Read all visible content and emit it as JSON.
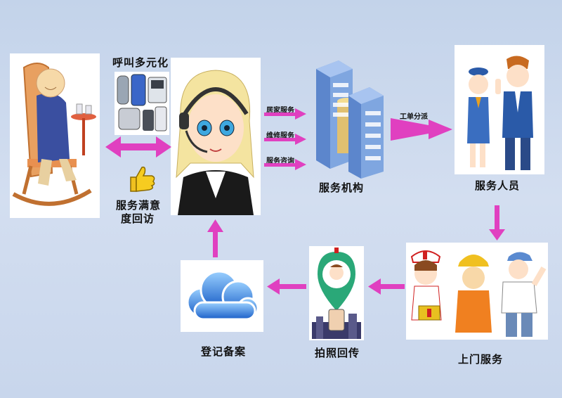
{
  "labels": {
    "call_diverse": "呼叫多元化",
    "satisfaction_line1": "服务满意",
    "satisfaction_line2": "度回访",
    "home_service": "居家服务",
    "repair_service": "维修服务",
    "consult_service": "服务咨询",
    "service_org": "服务机构",
    "work_order": "工单分派",
    "service_staff": "服务人员",
    "door_service": "上门服务",
    "photo_upload": "拍照回传",
    "register_record": "登记备案"
  },
  "colors": {
    "arrow": "#e040c0",
    "arrow_dark": "#b01890",
    "background": "#c8d6ec"
  },
  "icons": [
    "elderly-person-illustration",
    "call-devices-illustration",
    "thumbs-up-icon",
    "call-center-operator-illustration",
    "server-building-icon",
    "service-staff-illustration",
    "door-service-workers-illustration",
    "photo-upload-phone-icon",
    "cloud-icon"
  ]
}
